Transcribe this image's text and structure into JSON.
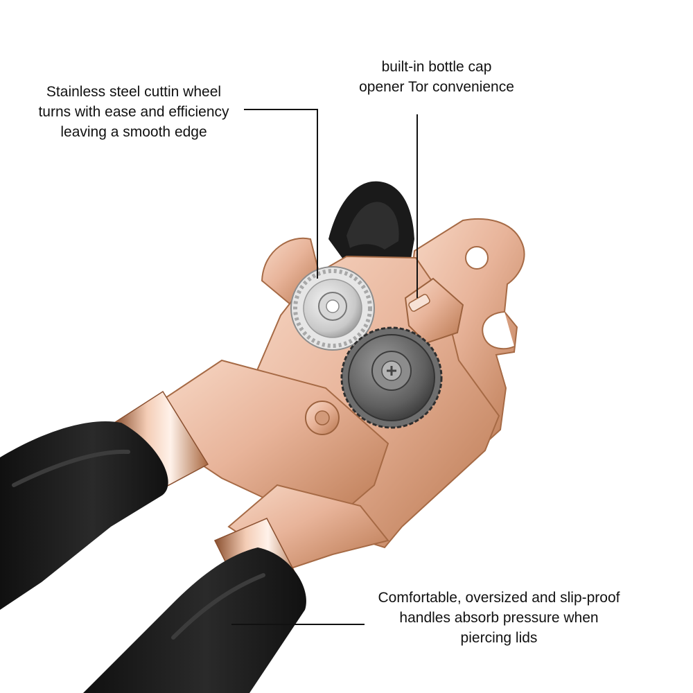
{
  "callouts": {
    "cutting_wheel": {
      "lines": [
        "Stainless steel cuttin wheel",
        "turns with ease and efficiency",
        "leaving a smooth edge"
      ]
    },
    "bottle_opener": {
      "lines": [
        "built-in bottle cap",
        "opener Tor convenience"
      ]
    },
    "handles": {
      "lines": [
        "Comfortable, oversized and slip-proof",
        "handles absorb pressure when",
        "piercing lids"
      ]
    }
  },
  "colors": {
    "text": "#111111",
    "leader_line": "#111111",
    "rose_gold": "#e8b49a",
    "rose_gold_dark": "#b9774f",
    "handle_black": "#1b1b1b",
    "steel": "#c9c9c9",
    "background": "#ffffff"
  },
  "icons": {
    "product": "can-opener-illustration"
  }
}
